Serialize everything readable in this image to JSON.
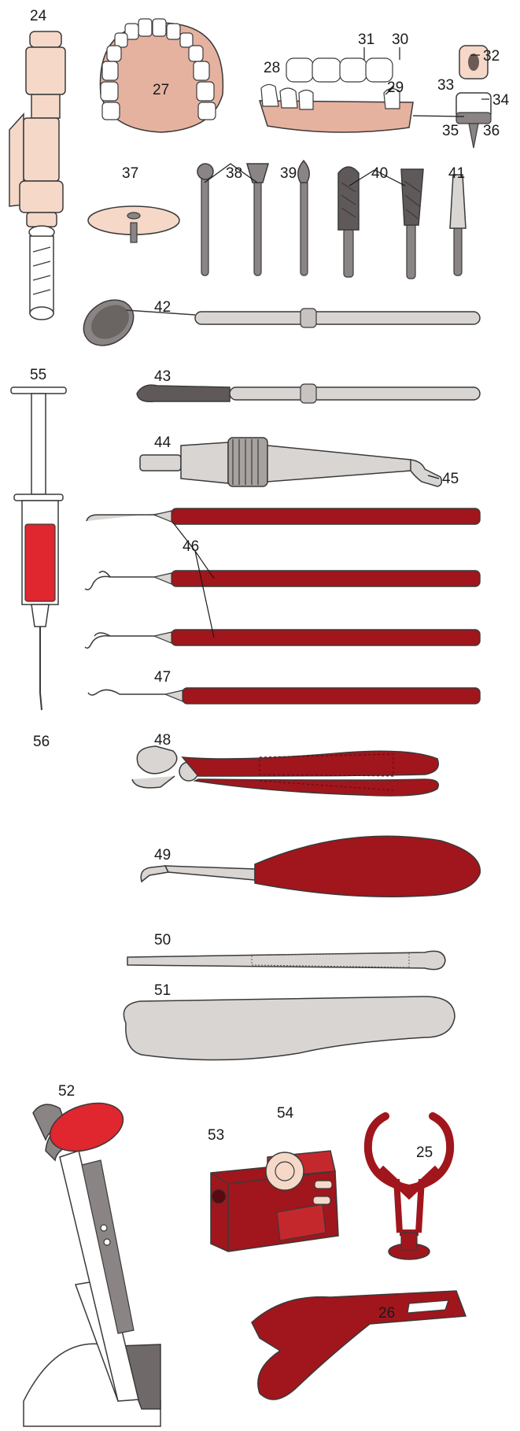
{
  "labels": {
    "n24": "24",
    "n25": "25",
    "n26": "26",
    "n27": "27",
    "n28": "28",
    "n29": "29",
    "n30": "30",
    "n31": "31",
    "n32": "32",
    "n33": "33",
    "n34": "34",
    "n35": "35",
    "n36": "36",
    "n37": "37",
    "n38": "38",
    "n39": "39",
    "n40": "40",
    "n41": "41",
    "n42": "42",
    "n43": "43",
    "n44": "44",
    "n45": "45",
    "n46": "46",
    "n47": "47",
    "n48": "48",
    "n49": "49",
    "n50": "50",
    "n51": "51",
    "n52": "52",
    "n53": "53",
    "n54": "54",
    "n55": "55",
    "n56": "56"
  },
  "colors": {
    "instrument_red": "#a0161c",
    "bright_red": "#e0262e",
    "skin": "#f5d8c8",
    "gum": "#e6b2a0",
    "steel": "#d9d5d2",
    "dark_steel": "#8a8584",
    "outline": "#3a3a3a"
  }
}
